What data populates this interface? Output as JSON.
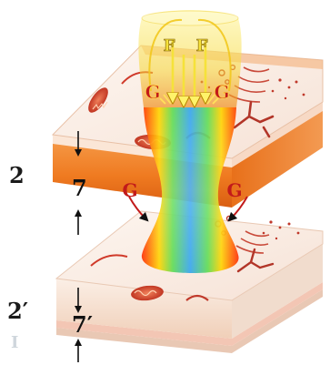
{
  "labels": {
    "layer_upper": "2",
    "thickness_upper": "7",
    "layer_lower": "2′",
    "thickness_lower": "7′",
    "force_left": "F",
    "force_right": "F",
    "g_upper_left": "G",
    "g_upper_right": "G",
    "g_mid_left": "G",
    "g_mid_right": "G",
    "stray_mark": "I"
  },
  "colors": {
    "cell_top": "#fbefe8",
    "slab_side": "#f07a22",
    "slab_side_dark": "#d85c10",
    "organelle_red": "#c8282a",
    "label_red": "#c21a1a",
    "force_yellow": "#f6e23a",
    "beam_blue": "#3aa8e8"
  }
}
